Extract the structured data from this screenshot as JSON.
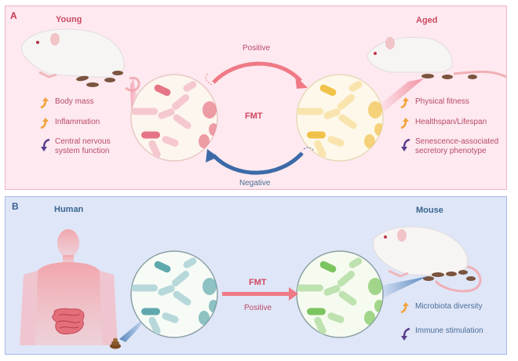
{
  "panel_a": {
    "letter": "A",
    "left_heading": "Young",
    "right_heading": "Aged",
    "center_label": "FMT",
    "top_arrow_label": "Positive",
    "bottom_arrow_label": "Negative",
    "left_effects": [
      {
        "text": "Body mass",
        "direction": "up"
      },
      {
        "text": "Inflammation",
        "direction": "up"
      },
      {
        "text": "Central nervous",
        "text2": "system function",
        "direction": "down"
      }
    ],
    "right_effects": [
      {
        "text": "Physical fitness",
        "direction": "up"
      },
      {
        "text": "Healthspan/Lifespan",
        "direction": "up"
      },
      {
        "text": "Senescence-associated",
        "text2": "secretory phenotype",
        "direction": "down"
      }
    ]
  },
  "panel_b": {
    "letter": "B",
    "left_heading": "Human",
    "right_heading": "Mouse",
    "center_label": "FMT",
    "arrow_label": "Positive",
    "right_effects": [
      {
        "text": "Microbiota diversity",
        "direction": "up"
      },
      {
        "text": "Immune stimulation",
        "direction": "down"
      }
    ]
  },
  "colors": {
    "panel_a_bg": "#fde9ef",
    "panel_b_bg": "#dfe6f8",
    "positive_arrow": "#ef7a86",
    "negative_arrow": "#3c6aa8",
    "up_arrow": "#f2a33a",
    "down_arrow": "#5a3e8e",
    "young_bacteria": "#e57586",
    "aged_bacteria": "#f1c24a",
    "human_bacteria": "#5fa8ad",
    "mouse_bacteria": "#7cc460"
  }
}
